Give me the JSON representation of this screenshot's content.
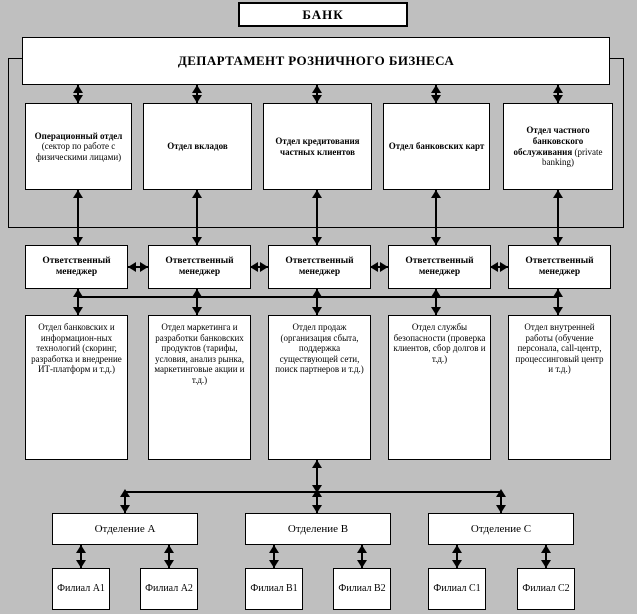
{
  "diagram": {
    "title_top": "БАНК",
    "department": "ДЕПАРТАМЕНТ РОЗНИЧНОГО БИЗНЕСА",
    "departments": [
      {
        "bold": "Операционный отдел",
        "detail": "(сектор по работе с физическими лицами)"
      },
      {
        "bold": "Отдел вкладов",
        "detail": ""
      },
      {
        "bold": "Отдел кредитования частных клиентов",
        "detail": ""
      },
      {
        "bold": "Отдел банковских карт",
        "detail": ""
      },
      {
        "bold": "Отдел частного банковского обслуживания",
        "detail": "(private banking)"
      }
    ],
    "managers": [
      "Ответственный менеджер",
      "Ответственный менеджер",
      "Ответственный менеджер",
      "Ответственный менеджер",
      "Ответственный менеджер"
    ],
    "functions": [
      "Отдел банковских и информацион-ных технологий (скоринг, разработка и внедрение ИТ-платформ и т.д.)",
      "Отдел маркетинга и разработки банковских продуктов (тарифы, условия, анализ рынка, маркетинговые акции и т.д.)",
      "Отдел продаж (организация сбыта, поддержка существующей сети, поиск партнеров и т.д.)",
      "Отдел службы безопасности (проверка клиентов, сбор долгов и т.д.)",
      "Отдел внутренней работы (обучение персонала, call-центр, процессинговый центр и т.д.)"
    ],
    "branches": [
      "Отделение A",
      "Отделение B",
      "Отделение C"
    ],
    "offices": [
      "Филиал A1",
      "Филиал A2",
      "Филиал B1",
      "Филиал B2",
      "Филиал C1",
      "Филиал C2"
    ],
    "colors": {
      "background": "#bfbfbf",
      "box_fill": "#ffffff",
      "line": "#000000"
    }
  }
}
